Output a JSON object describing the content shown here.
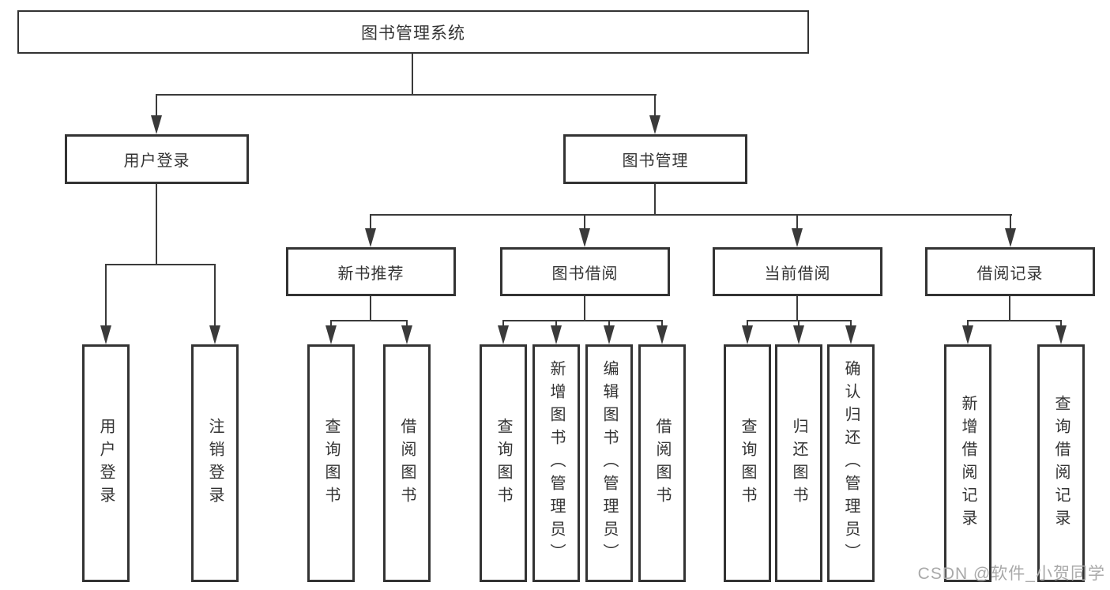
{
  "diagram": {
    "root": {
      "label": "图书管理系统"
    },
    "level2": [
      {
        "label": "用户登录",
        "children": [
          {
            "label": "用户登录"
          },
          {
            "label": "注销登录"
          }
        ]
      },
      {
        "label": "图书管理",
        "children": [
          {
            "label": "新书推荐",
            "children": [
              {
                "label": "查询图书"
              },
              {
                "label": "借阅图书"
              }
            ]
          },
          {
            "label": "图书借阅",
            "children": [
              {
                "label": "查询图书"
              },
              {
                "label": "新增图书（管理员）"
              },
              {
                "label": "编辑图书（管理员）"
              },
              {
                "label": "借阅图书"
              }
            ]
          },
          {
            "label": "当前借阅",
            "children": [
              {
                "label": "查询图书"
              },
              {
                "label": "归还图书"
              },
              {
                "label": "确认归还（管理员）"
              }
            ]
          },
          {
            "label": "借阅记录",
            "children": [
              {
                "label": "新增借阅记录"
              },
              {
                "label": "查询借阅记录"
              }
            ]
          }
        ]
      }
    ],
    "watermark": "CSDN @软件_小贺同学",
    "colors": {
      "line": "#3a3a3a",
      "border": "#333333",
      "text": "#333333",
      "watermark": "#a9a9a9",
      "background": "#ffffff"
    }
  }
}
